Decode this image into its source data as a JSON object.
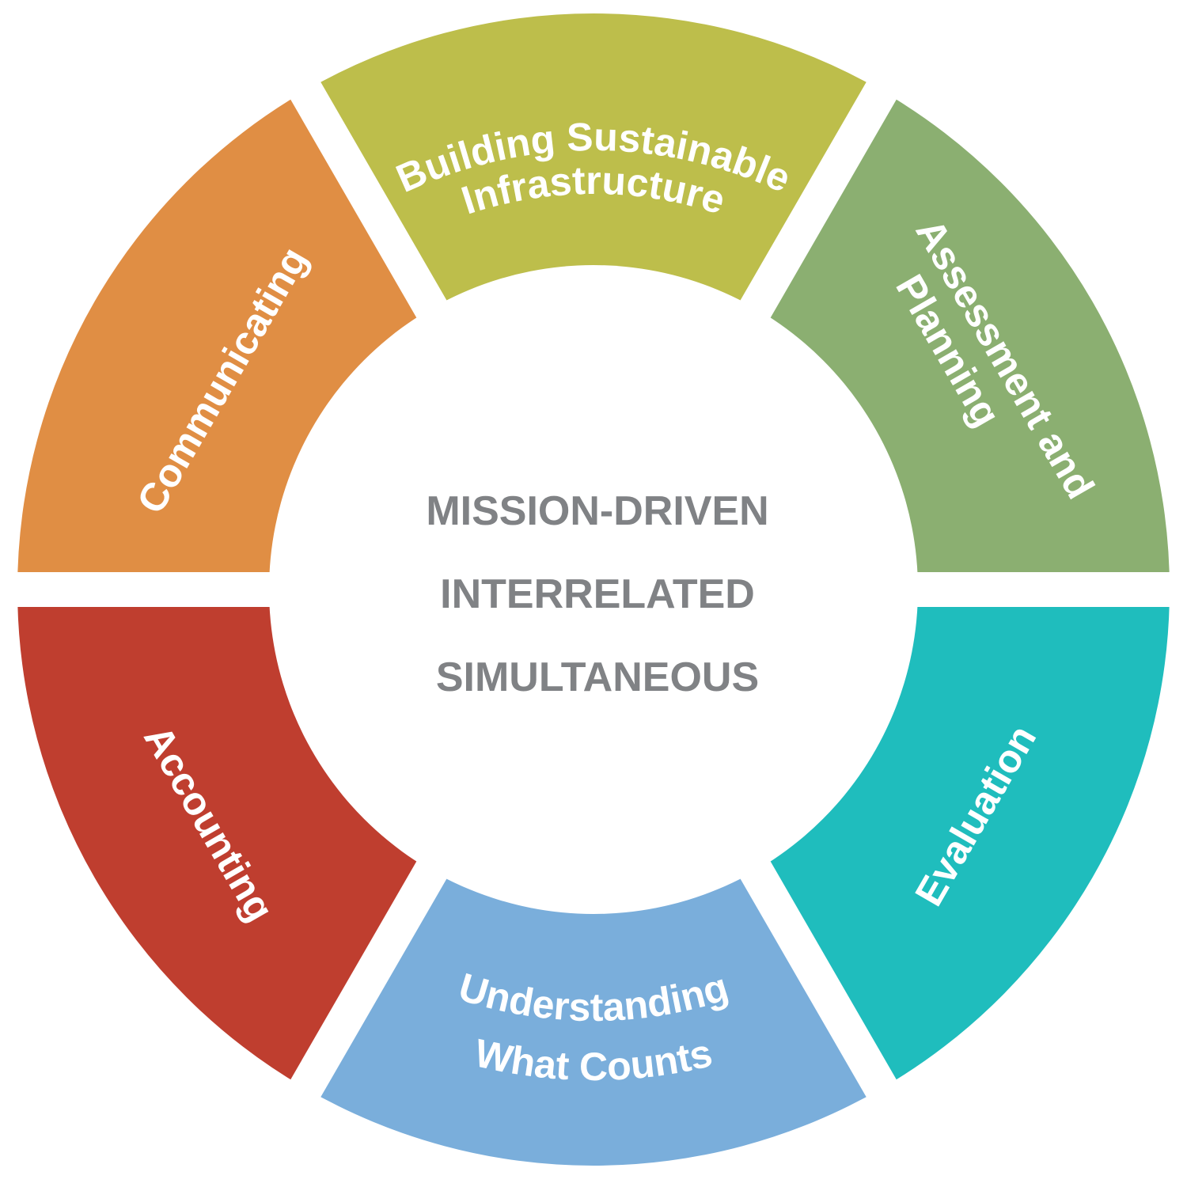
{
  "segments": [
    {
      "id": "building",
      "lines": [
        "Building Sustainable",
        "Infrastructure"
      ],
      "color": "#BDBE4B"
    },
    {
      "id": "assessment",
      "lines": [
        "Assessment and",
        "Planning"
      ],
      "color": "#8BAF71"
    },
    {
      "id": "evaluation",
      "lines": [
        "Evaluation"
      ],
      "color": "#1FBDBD"
    },
    {
      "id": "understanding",
      "lines": [
        "Understanding",
        "What Counts"
      ],
      "color": "#7AAEDB"
    },
    {
      "id": "accounting",
      "lines": [
        "Accounting"
      ],
      "color": "#BF3E2F"
    },
    {
      "id": "communicating",
      "lines": [
        "Communicating"
      ],
      "color": "#E08E44"
    }
  ],
  "center": {
    "lines": [
      "MISSION-DRIVEN",
      "INTERRELATED",
      "SIMULTANEOUS"
    ],
    "color": "#808285"
  }
}
